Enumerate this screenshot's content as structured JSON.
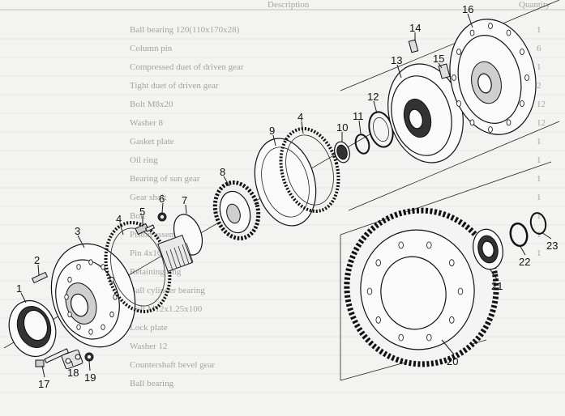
{
  "header": {
    "col_description": "Description",
    "col_quantity": "Quantity"
  },
  "background_rows": [
    "Ball bearing 120(110x170x28)",
    "Column pin",
    "Compressed duet of driven gear",
    "Tight duet of driven gear",
    "Bolt M8x20",
    "Washer 8",
    "Gasket plate",
    "Oil ring",
    "Bearing of sun gear",
    "Gear shaft",
    "Bolt",
    "Piston assembly",
    "Pin 4x10",
    "Retaining ring",
    "Ball cylinder bearing",
    "Bolt M12x1.25x100",
    "Lock plate",
    "Washer 12",
    "Countershaft bevel gear",
    "Ball bearing"
  ],
  "background_quantities": [
    "1",
    "6",
    "1",
    "2",
    "12",
    "12",
    "1",
    "1",
    "1",
    "1",
    "1",
    "1",
    "1"
  ],
  "callouts": [
    "1",
    "2",
    "3",
    "4",
    "5",
    "6",
    "7",
    "8",
    "9",
    "10",
    "11",
    "12",
    "13",
    "14",
    "15",
    "16",
    "17",
    "18",
    "19",
    "20",
    "21",
    "22",
    "23",
    "4"
  ]
}
